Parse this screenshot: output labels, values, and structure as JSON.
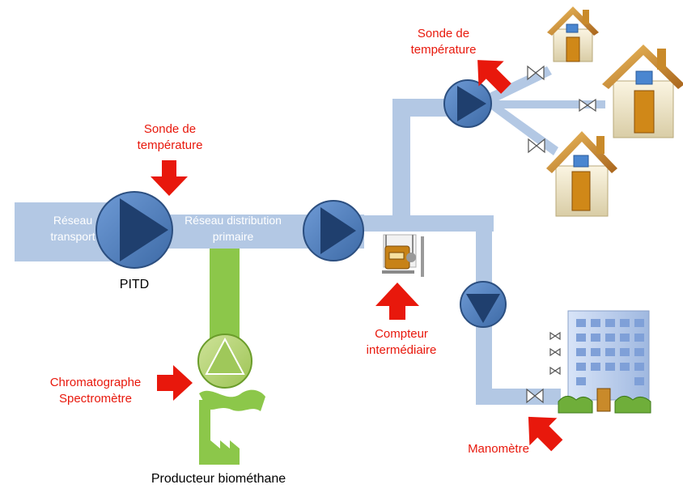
{
  "labels": {
    "transport": [
      "Réseau",
      "transport"
    ],
    "distribution": [
      "Réseau distribution",
      "primaire"
    ],
    "pitd": "PITD",
    "sensor_top": [
      "Sonde de",
      "température"
    ],
    "sensor_left": [
      "Sonde de",
      "température"
    ],
    "chromatographe": [
      "Chromatographe",
      "Spectromètre"
    ],
    "compteur": [
      "Compteur",
      "intermédiaire"
    ],
    "manometre": "Manomètre",
    "producteur": "Producteur biométhane"
  },
  "colors": {
    "pipe_blue": "#b3c8e4",
    "pipe_green": "#8cc74a",
    "pump_fill": "#4a78b8",
    "pump_triangle": "#1f3f6e",
    "pump_ring": "#2c4f80",
    "green_pump_fill": "#b2d36a",
    "green_pump_ring": "#6a9c2a",
    "arrow_red": "#e8180c",
    "label_red": "#e8180c",
    "house_wall": "#efe6c8",
    "house_roof": "#c98a2a",
    "house_door": "#d08818",
    "house_window": "#4a86d0",
    "building": "#bcd0f0",
    "shrub": "#6fae3a",
    "factory": "#8cc74a"
  },
  "icons": [
    "pump-icon",
    "valve-icon",
    "house-icon",
    "building-icon",
    "factory-icon",
    "gas-meter-icon",
    "red-arrow-icon"
  ]
}
